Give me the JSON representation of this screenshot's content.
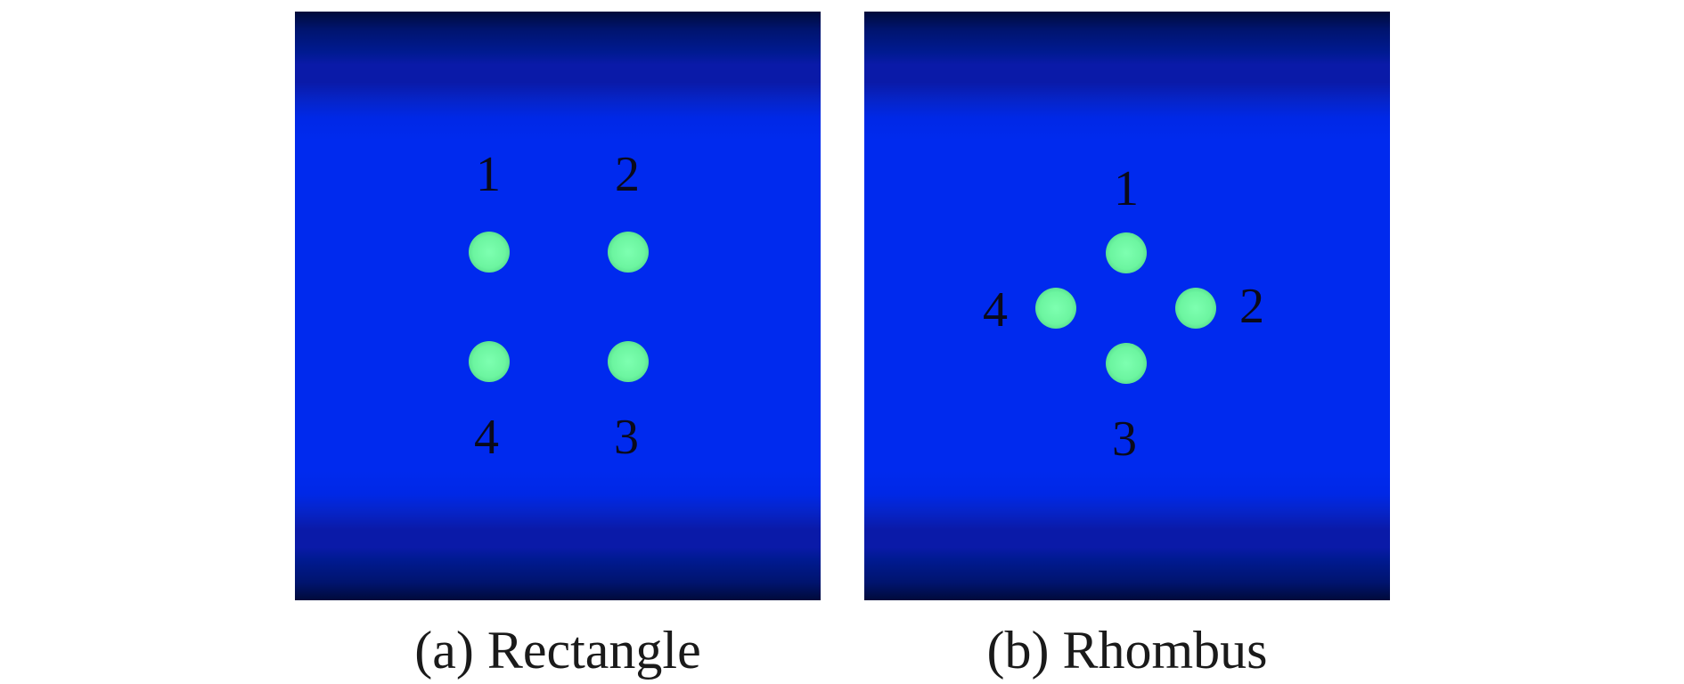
{
  "panels": [
    {
      "id": "a",
      "caption": "(a) Rectangle",
      "labels": [
        "1",
        "2",
        "3",
        "4"
      ]
    },
    {
      "id": "b",
      "caption": "(b) Rhombus",
      "labels": [
        "1",
        "2",
        "3",
        "4"
      ]
    }
  ],
  "colors": {
    "background_core": "#002aee",
    "background_edge": "#000a3a",
    "dot": "#6cf5a0",
    "label": "#0a0a1a"
  }
}
